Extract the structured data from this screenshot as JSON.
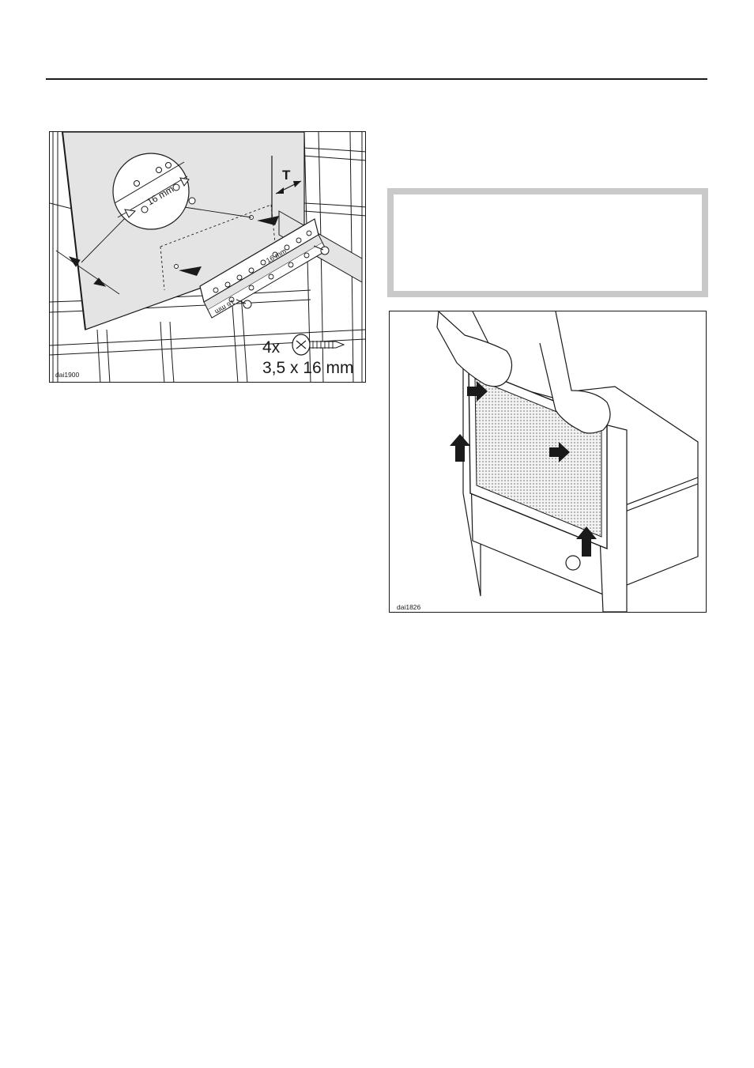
{
  "figure_left": {
    "code": "dai1900",
    "screw_quantity": "4x",
    "screw_size": "3,5 x 16 mm",
    "detail_label": "16 mm",
    "bracket_label_1": "16 mm",
    "bracket_label_2": "16 mm",
    "depth_label": "T"
  },
  "figure_right": {
    "code": "dai1826"
  },
  "colors": {
    "line": "#1a1a1a",
    "panel_fill": "#e4e4e4",
    "note_border": "#c9c9c9"
  }
}
